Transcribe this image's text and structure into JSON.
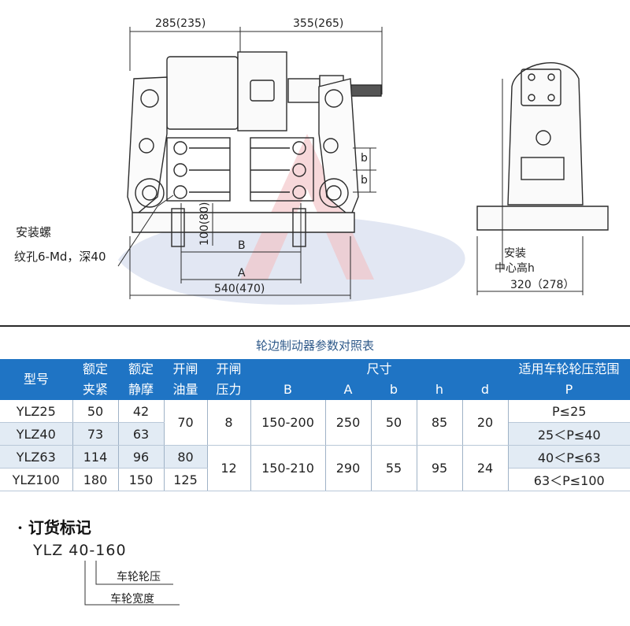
{
  "drawing": {
    "dim_left_top": "285(235)",
    "dim_right_top": "355(265)",
    "dim_b_upper": "b",
    "dim_b_lower": "b",
    "dim_height": "100(80)",
    "dim_B": "B",
    "dim_A": "A",
    "dim_width": "540(470)",
    "note_line1": "安装螺",
    "note_line2": "纹孔6-Md，深40",
    "side_label1": "安装",
    "side_label2": "中心高h",
    "side_width": "320（278）"
  },
  "table": {
    "title": "轮边制动器参数对照表",
    "headers": {
      "model": "型号",
      "clamp": [
        "额定",
        "夹紧"
      ],
      "torque": [
        "额定",
        "静摩"
      ],
      "oil": [
        "开闸",
        "油量"
      ],
      "pressure": [
        "开闸",
        "压力"
      ],
      "size": "尺寸",
      "B": "B",
      "A": "A",
      "b": "b",
      "h": "h",
      "d": "d",
      "wheel": "适用车轮轮压范围",
      "P": "P"
    },
    "rows": [
      {
        "model": "YLZ25",
        "clamp": "50",
        "torque": "42",
        "range": "P≤25"
      },
      {
        "model": "YLZ40",
        "clamp": "73",
        "torque": "63",
        "range": "25＜P≤40"
      },
      {
        "model": "YLZ63",
        "clamp": "114",
        "torque": "96",
        "oil": "80",
        "range": "40＜P≤63"
      },
      {
        "model": "YLZ100",
        "clamp": "180",
        "torque": "150",
        "oil": "125",
        "range": "63＜P≤100"
      }
    ],
    "group1": {
      "oil": "70",
      "pressure": "8",
      "B": "150-200",
      "A": "250",
      "b": "50",
      "h": "85",
      "d": "20"
    },
    "group2": {
      "pressure": "12",
      "B": "150-210",
      "A": "290",
      "b": "55",
      "h": "95",
      "d": "24"
    }
  },
  "order": {
    "heading": "· 订货标记",
    "code": "YLZ 40-160",
    "label_pressure": "车轮轮压",
    "label_width": "车轮宽度"
  }
}
